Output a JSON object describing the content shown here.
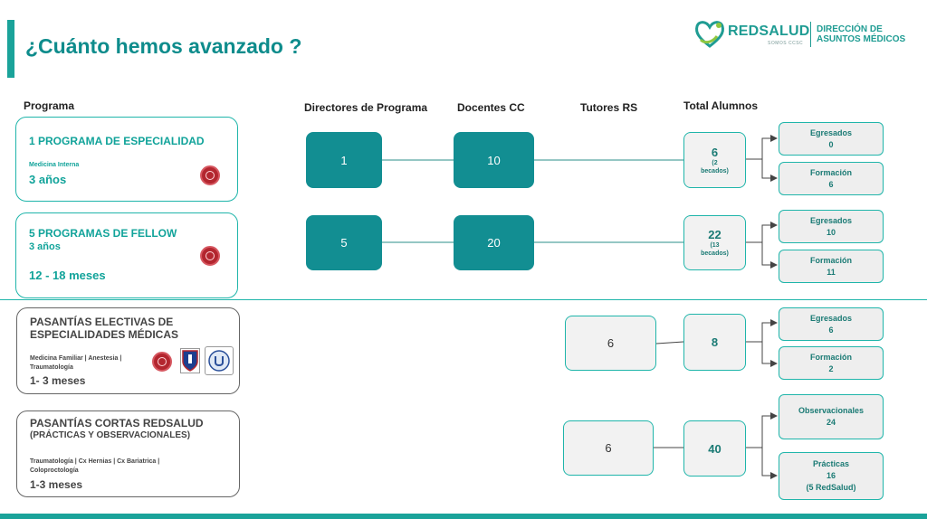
{
  "title": "¿Cuánto hemos avanzado ?",
  "logo": {
    "brand": "REDSALUD",
    "brand_sub": "SOMOS CCSC",
    "dept_line1": "DIRECCIÓN DE",
    "dept_line2": "ASUNTOS MÉDICOS"
  },
  "columns": {
    "programa": "Programa",
    "directores": "Directores de Programa",
    "docentes": "Docentes CC",
    "tutores": "Tutores RS",
    "total": "Total Alumnos"
  },
  "rows": [
    {
      "title": "1 PROGRAMA DE ESPECIALIDAD",
      "small": "Medicina Interna",
      "big": "3 años",
      "directores": "1",
      "docentes": "10",
      "total": "6",
      "total_sub1": "(2",
      "total_sub2": "becados)",
      "outcomes": [
        {
          "label": "Egresados",
          "value": "0"
        },
        {
          "label": "Formación",
          "value": "6"
        }
      ]
    },
    {
      "title": "5 PROGRAMAS DE FELLOW",
      "small": "3 años",
      "big": "12 - 18 meses",
      "directores": "5",
      "docentes": "20",
      "total": "22",
      "total_sub1": "(13",
      "total_sub2": "becados)",
      "outcomes": [
        {
          "label": "Egresados",
          "value": "10"
        },
        {
          "label": "Formación",
          "value": "11"
        }
      ]
    },
    {
      "title_line1": "PASANTÍAS ELECTIVAS DE",
      "title_line2": "ESPECIALIDADES MÉDICAS",
      "small_line1": "Medicina Familiar | Anestesia |",
      "small_line2": "Traumatología",
      "big": "1- 3 meses",
      "tutores": "6",
      "total": "8",
      "outcomes": [
        {
          "label": "Egresados",
          "value": "6"
        },
        {
          "label": "Formación",
          "value": "2"
        }
      ]
    },
    {
      "title_line1": "PASANTÍAS CORTAS REDSALUD",
      "title_line2": "(PRÁCTICAS Y OBSERVACIONALES)",
      "small_line1": "Traumatología | Cx Hernias | Cx Bariatrica |",
      "small_line2": "Coloproctología",
      "big": "1-3 meses",
      "tutores": "6",
      "total": "40",
      "outcomes": [
        {
          "label": "Observacionales",
          "value": "24"
        },
        {
          "label": "Prácticas",
          "value": "16",
          "extra": "(5 RedSalud)"
        }
      ]
    }
  ],
  "colors": {
    "accent": "#1aa39a",
    "dark_teal": "#128e92",
    "gray_border": "#666666"
  }
}
